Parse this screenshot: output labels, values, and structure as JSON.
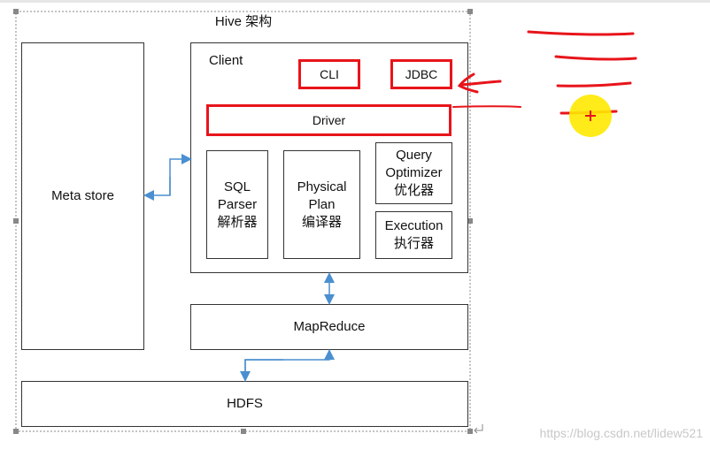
{
  "diagram": {
    "title": "Hive 架构",
    "meta_store": "Meta store",
    "client": {
      "label": "Client",
      "cli": "CLI",
      "jdbc": "JDBC",
      "driver": "Driver",
      "sql_parser": "SQL\nParser\n解析器",
      "physical_plan": "Physical\nPlan\n编译器",
      "query_optimizer": "Query\nOptimizer\n优化器",
      "execution": "Execution\n执行器"
    },
    "mapreduce": "MapReduce",
    "hdfs": "HDFS"
  },
  "watermark": "https://blog.csdn.net/lidew521",
  "colors": {
    "highlight_red": "#e8141b",
    "arrow_blue": "#4a8fd0",
    "cursor_yellow": "#ffe900"
  }
}
